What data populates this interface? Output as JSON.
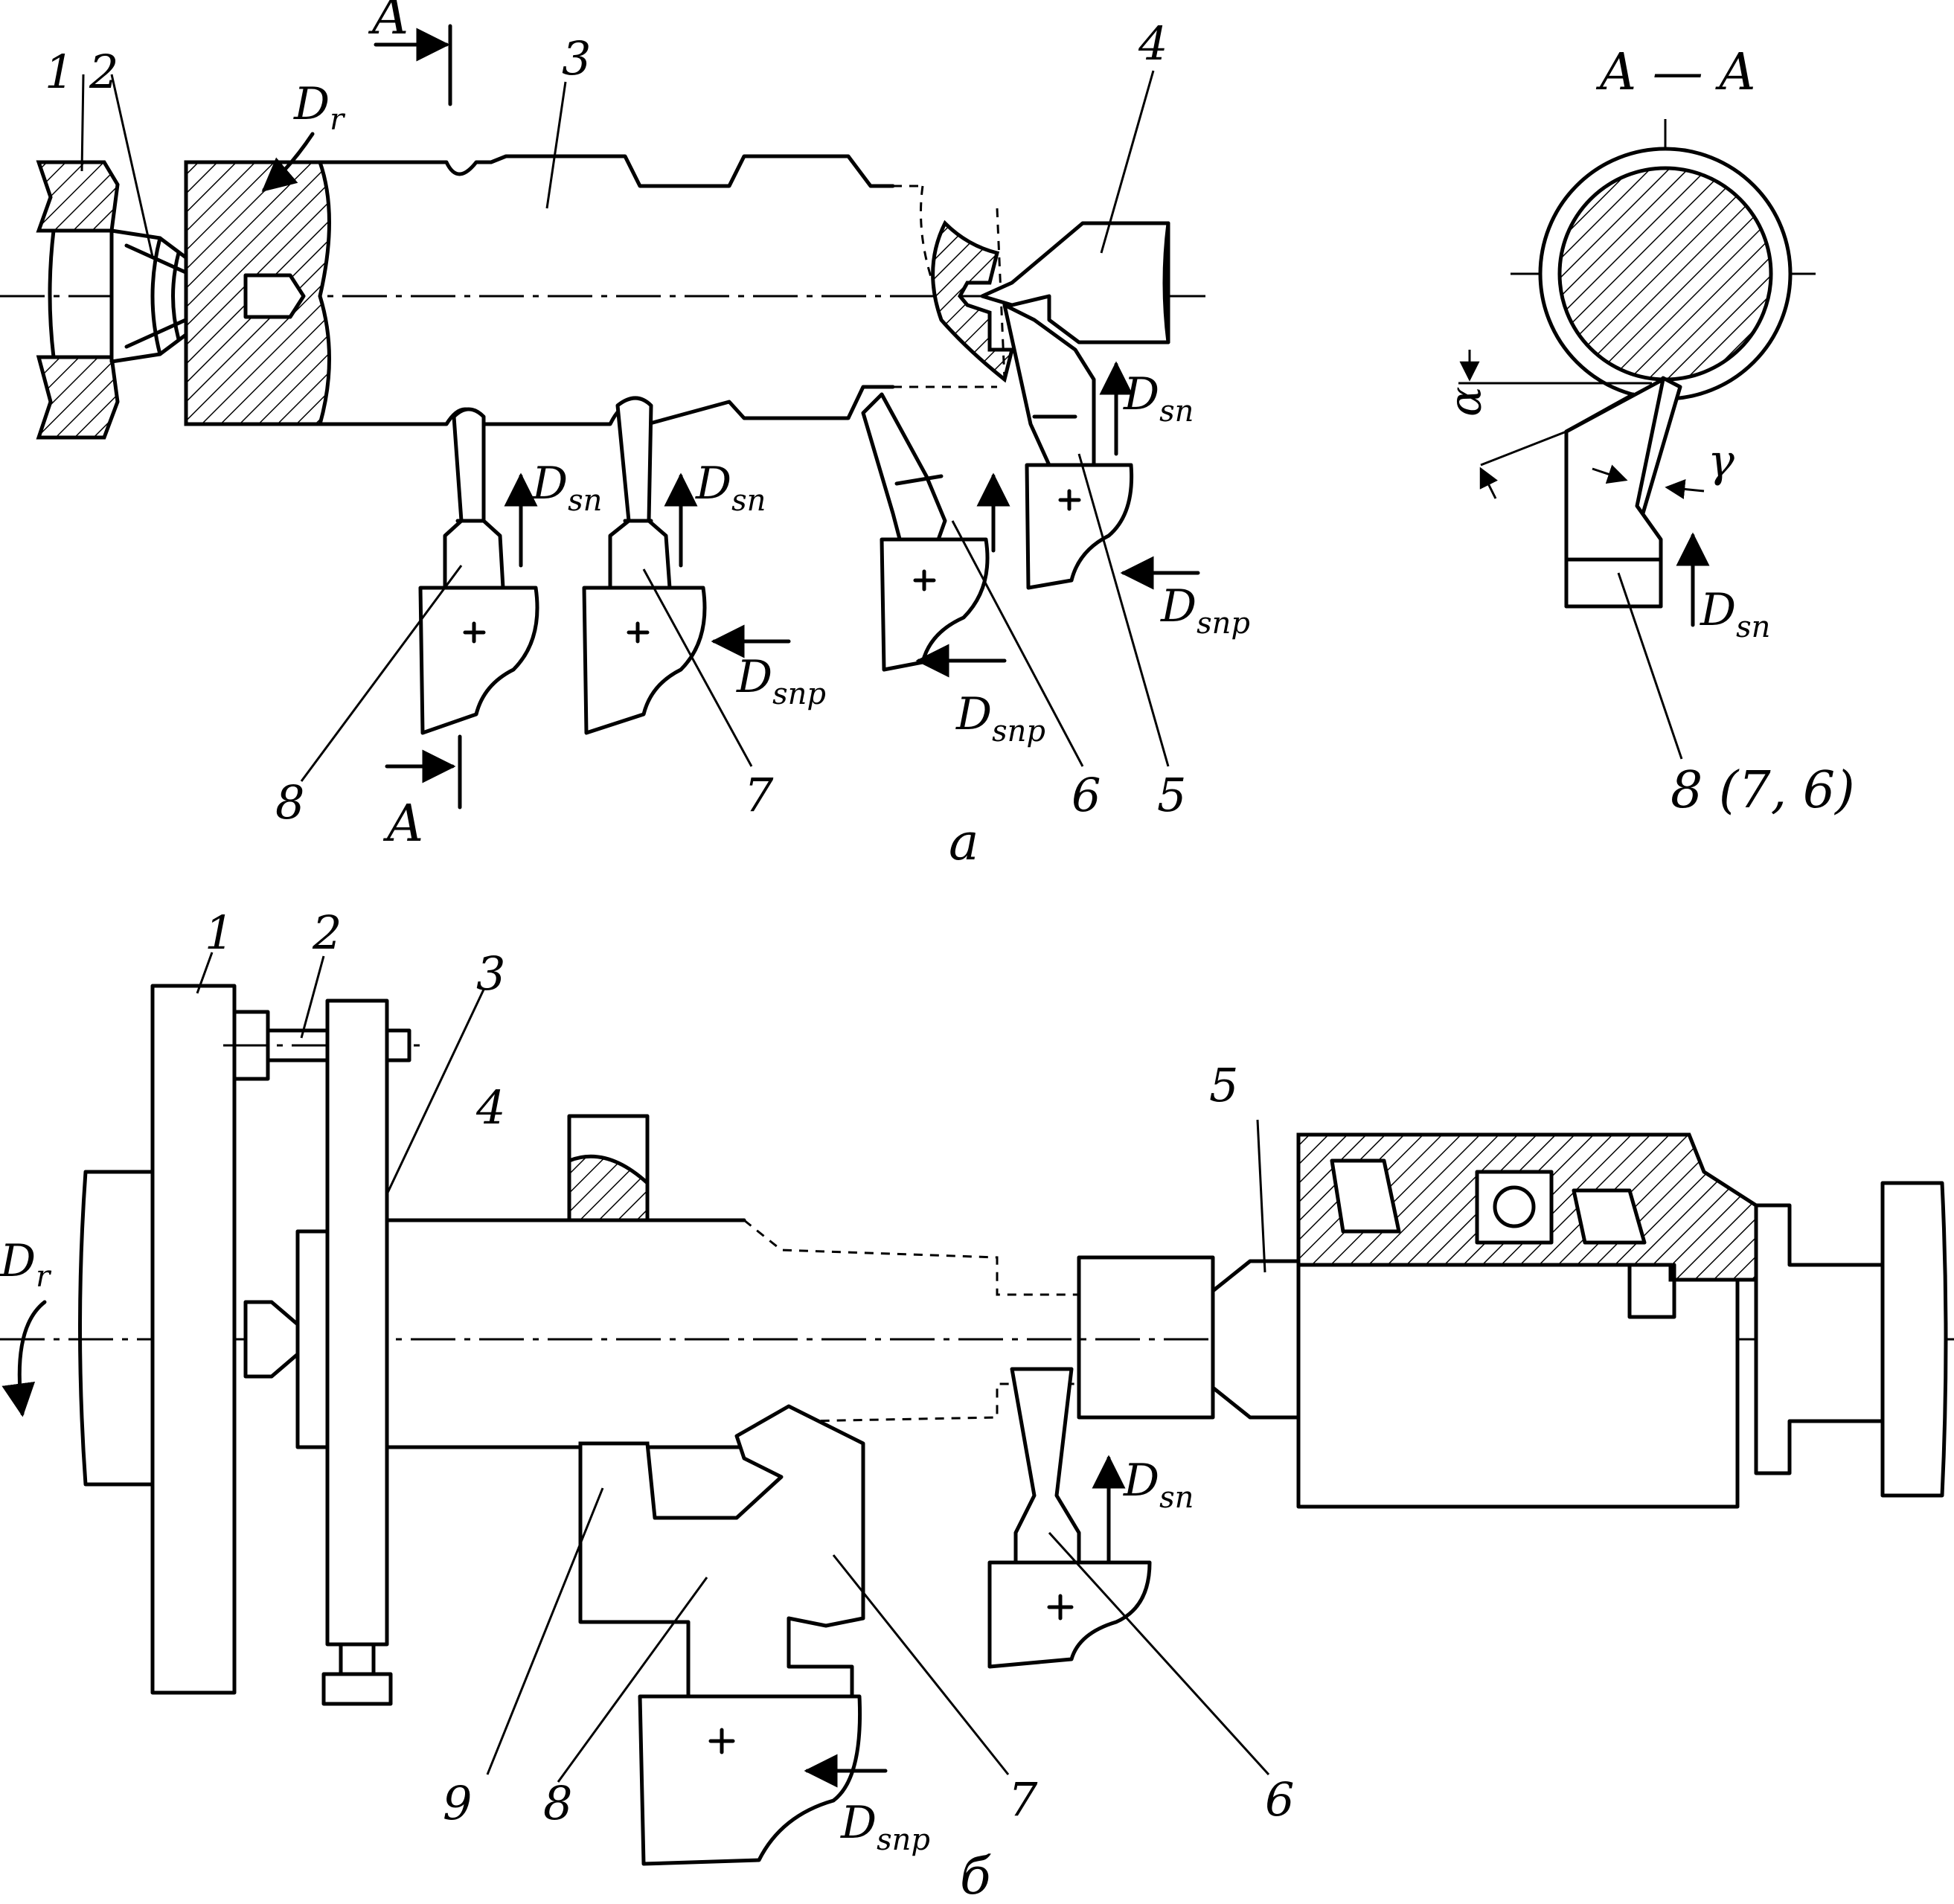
{
  "view_a": {
    "caption": "а",
    "section_mark": "A",
    "section_title": "A — A",
    "section_part_label": "8 (7, 6)",
    "part_labels": [
      "1",
      "2",
      "3",
      "4",
      "5",
      "6",
      "7",
      "8"
    ],
    "rotation_label": {
      "main": "D",
      "sub": "r"
    },
    "feed_transverse": {
      "main": "D",
      "sub": "sп"
    },
    "feed_longitudinal": {
      "main": "D",
      "sub": "sпр"
    },
    "angle_alpha": "α",
    "angle_gamma": "γ"
  },
  "view_b": {
    "caption": "б",
    "part_labels": [
      "1",
      "2",
      "3",
      "4",
      "5",
      "6",
      "7",
      "8",
      "9"
    ],
    "rotation_label": {
      "main": "D",
      "sub": "r"
    },
    "feed_transverse": {
      "main": "D",
      "sub": "sп"
    },
    "feed_longitudinal": {
      "main": "D",
      "sub": "sпр"
    }
  }
}
